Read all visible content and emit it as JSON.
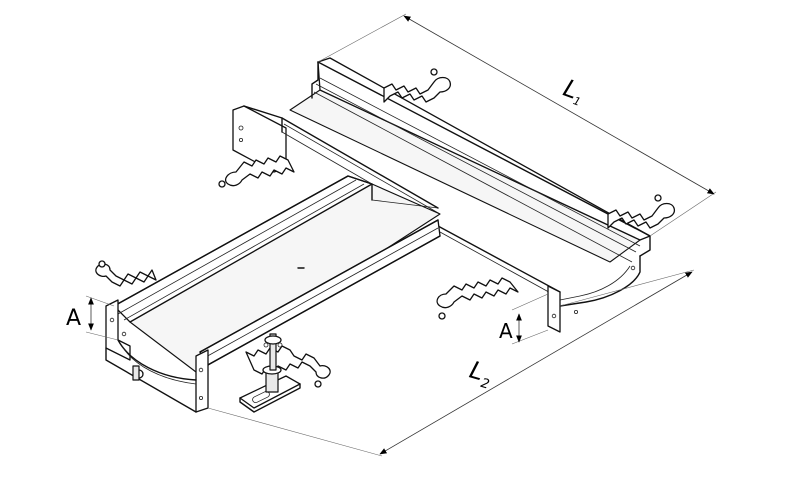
{
  "dimensions": {
    "a_left": "A",
    "a_right": "A",
    "l1_letter": "L",
    "l1_subscript": "1",
    "l2_letter": "L",
    "l2_subscript": "2"
  },
  "colors": {
    "line": "#111111",
    "background": "#ffffff",
    "shade": "#e9e9e9"
  }
}
